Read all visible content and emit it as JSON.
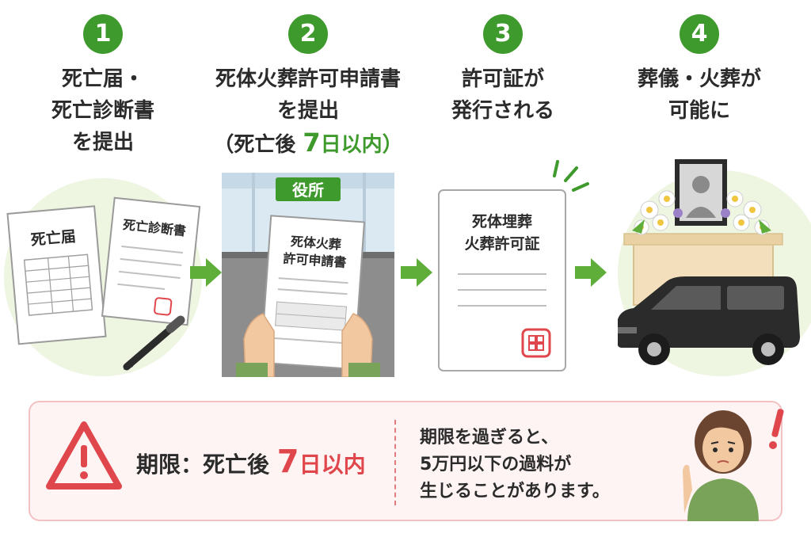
{
  "steps": [
    {
      "number": "1",
      "lines": [
        "死亡届・",
        "死亡診断書",
        "を提出"
      ]
    },
    {
      "number": "2",
      "lines": [
        "死体火葬許可申請書",
        "を提出"
      ],
      "deadline": {
        "prefix": "（死亡後 ",
        "days": "7",
        "suffix": "日以内）"
      }
    },
    {
      "number": "3",
      "lines": [
        "許可証が",
        "発行される"
      ]
    },
    {
      "number": "4",
      "lines": [
        "葬儀・火葬が",
        "可能に"
      ]
    }
  ],
  "panel1": {
    "doc1_title": "死亡届",
    "doc2_title": "死亡診断書"
  },
  "panel2": {
    "office_sign": "役所",
    "form_title_line1": "死体火葬",
    "form_title_line2": "許可申請書"
  },
  "panel3": {
    "cert_title_line1": "死体埋葬",
    "cert_title_line2": "火葬許可証"
  },
  "warning": {
    "label_prefix": "期限：死亡後 ",
    "days": "7",
    "label_suffix": "日以内",
    "text_lines": [
      "期限を過ぎると、",
      "5万円以下の過料が",
      "生じることがあります。"
    ]
  },
  "colors": {
    "green": "#3f9a2d",
    "red": "#e0474c",
    "light_green": "#eef5e1",
    "arrow_green": "#5fae3a"
  }
}
